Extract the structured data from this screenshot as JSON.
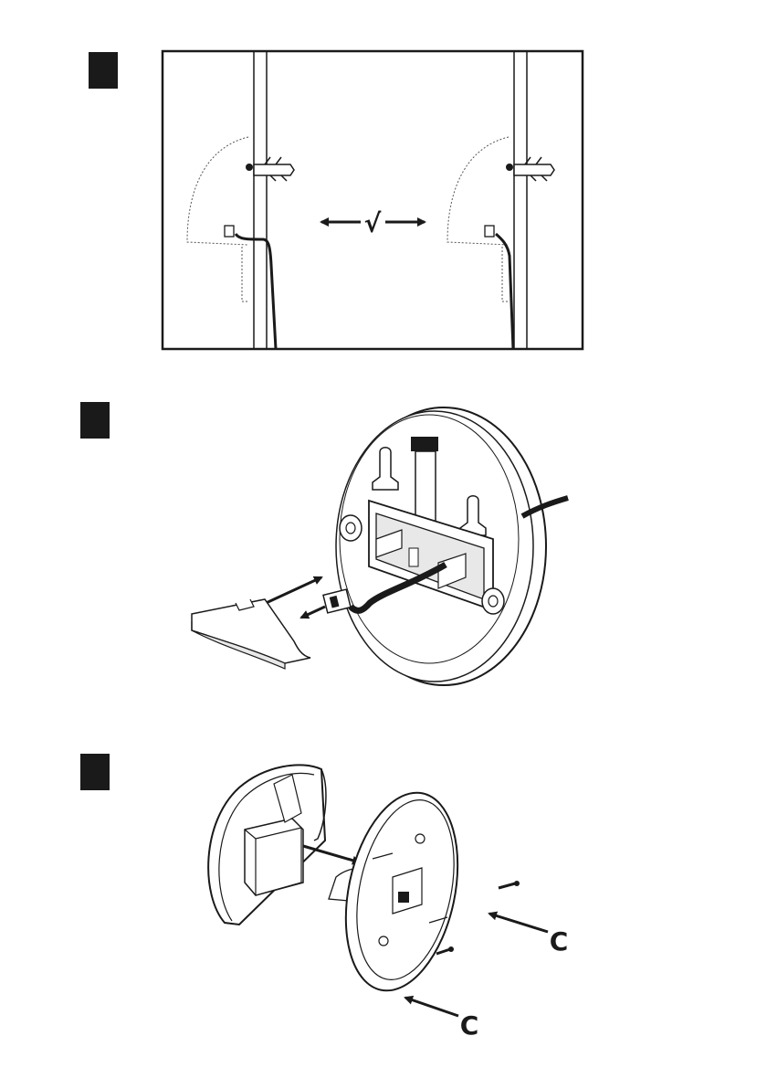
{
  "steps": [
    {
      "marker": "step-1",
      "center_mark": "√"
    },
    {
      "marker": "step-2"
    },
    {
      "marker": "step-3",
      "rotate_symbol_a": "C",
      "rotate_symbol_b": "C"
    }
  ],
  "colors": {
    "ink": "#1a1a1a",
    "paper": "#ffffff",
    "shade": "#e8e8e8"
  }
}
